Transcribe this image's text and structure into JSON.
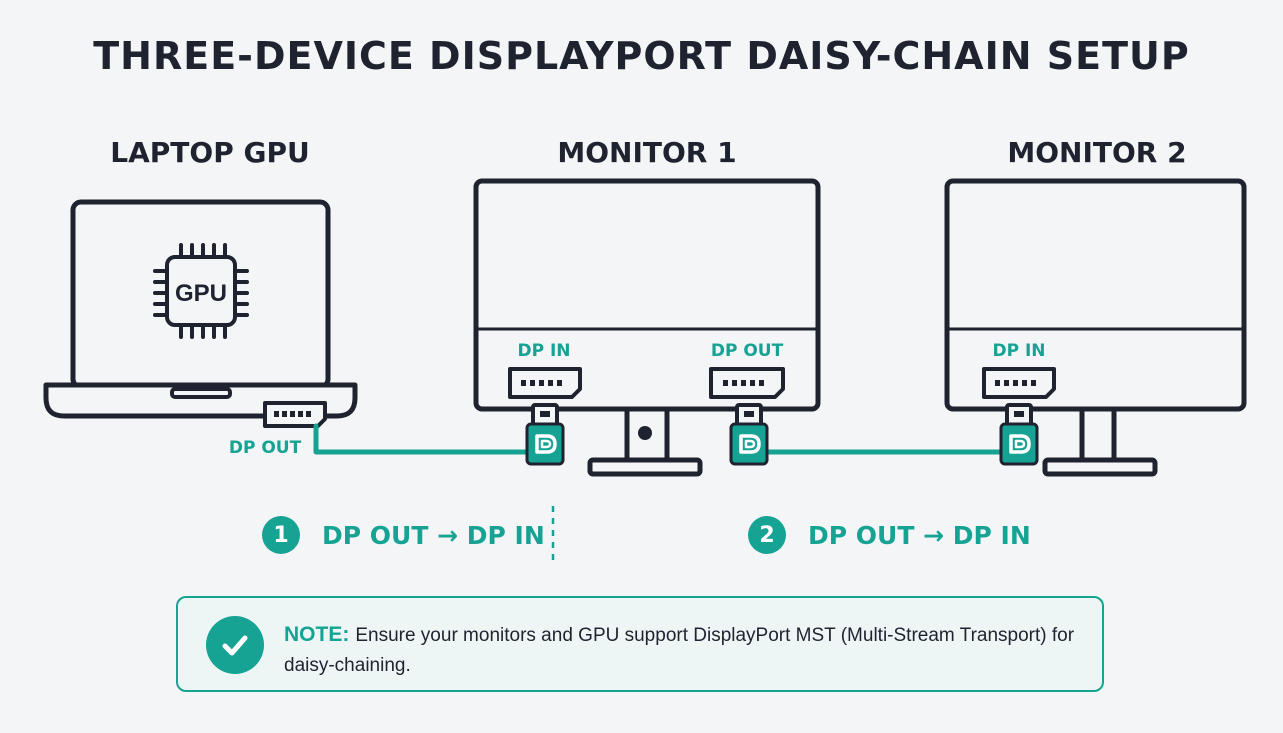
{
  "title": "THREE-DEVICE DISPLAYPORT DAISY-CHAIN SETUP",
  "devices": {
    "laptop": {
      "label": "LAPTOP GPU",
      "chip_label": "GPU",
      "port_label": "DP OUT"
    },
    "monitor1": {
      "label": "MONITOR 1",
      "port_in_label": "DP IN",
      "port_out_label": "DP OUT"
    },
    "monitor2": {
      "label": "MONITOR 2",
      "port_in_label": "DP IN"
    }
  },
  "steps": [
    {
      "number": "1",
      "text": "DP OUT → DP IN"
    },
    {
      "number": "2",
      "text": "DP OUT → DP IN"
    }
  ],
  "note": {
    "label": "NOTE:",
    "text": "Ensure your monitors and GPU support DisplayPort MST (Multi-Stream Transport) for daisy-chaining."
  },
  "colors": {
    "accent": "#17a394",
    "outline": "#1f2330",
    "background": "#f4f5f7"
  },
  "icons": [
    "gpu-chip-icon",
    "displayport-logo-icon",
    "checkmark-icon"
  ]
}
